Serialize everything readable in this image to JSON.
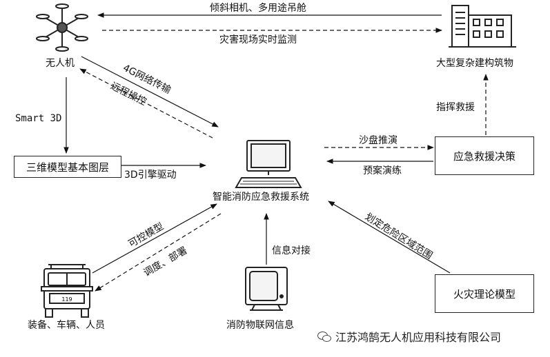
{
  "nodes": {
    "drone": "无人机",
    "building": "大型复杂建构筑物",
    "base_layer": "三维模型基本图层",
    "system": "智能消防应急救援系统",
    "decision": "应急救援决策",
    "vehicle": "装备、车辆、人员",
    "iot": "消防物联网信息",
    "fire_model": "火灾理论模型"
  },
  "edges": {
    "tilt_camera": "倾斜相机、多用途吊舱",
    "live_monitor": "灾害现场实时监测",
    "net_4g": "4G网络传输",
    "remote": "远程操控",
    "smart3d": "Smart 3D",
    "engine3d": "3D引擎驱动",
    "command": "指挥救援",
    "sandbox": "沙盘推演",
    "drill": "预案演练",
    "control_model": "可控模型",
    "dispatch": "调度、部署",
    "info_dock": "信息对接",
    "danger_zone": "划定危险区域范围"
  },
  "truck_number": "119",
  "watermark": "江苏鸿鹄无人机应用科技有限公司"
}
